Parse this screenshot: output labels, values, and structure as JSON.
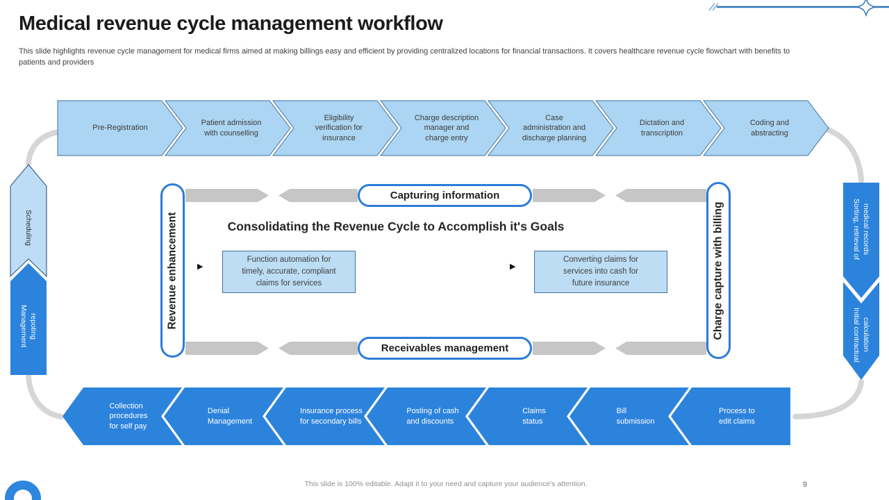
{
  "slide": {
    "title": "Medical revenue cycle management workflow",
    "subtitle": "This slide highlights revenue cycle management for medical firms aimed at making billings easy and efficient by providing centralized locations for financial transactions. It covers healthcare revenue cycle flowchart with benefits to\npatients and providers",
    "footer_note": "This slide is 100% editable. Adapt it to your need and capture your audience's attention.",
    "page_number": "9"
  },
  "top_flow": {
    "direction": "left-to-right",
    "steps": [
      "Pre-Registration",
      "Patient admission\nwith counselling",
      "Eligibility\nverification for\ninsurance",
      "Charge description\nmanager and\ncharge entry",
      "Case\nadministration and\ndischarge planning",
      "Dictation and\ntranscription",
      "Coding and\nabstracting"
    ]
  },
  "bottom_flow": {
    "direction": "right-to-left",
    "steps": [
      "Collection\nprocedures\nfor self pay",
      "Denial\nManagement",
      "Insurance process\nfor secondary bills",
      "Posting of cash\nand discounts",
      "Claims\nstatus",
      "Bill\nsubmission",
      "Process to\nedit claims"
    ]
  },
  "left_rail": {
    "top": "Scheduling",
    "bottom": "Management\nrepoting"
  },
  "right_rail": {
    "top": "Sorting, retrieval of\nmedical records",
    "bottom": "Initial contractual\ncalculation"
  },
  "center": {
    "capturing_pill": "Capturing information",
    "receivables_pill": "Receivables management",
    "left_pill": "Revenue enhancement",
    "right_pill": "Charge capture with billing",
    "heading": "Consolidating the Revenue Cycle to Accomplish it's Goals",
    "left_box": "Function automation for\ntimely, accurate, compliant\nclaims for services",
    "right_box": "Converting claims for\nservices into cash for\nfuture insurance",
    "bullet_glyph": "▶"
  },
  "colors": {
    "light_chevron_fill": "#abd5f2",
    "light_chevron_border": "#41719c",
    "vivid_blue": "#2c83dc",
    "pill_border_blue": "#2b7cd9",
    "connector_gray": "#c6c6c6",
    "arc_gray": "#d6d6d6",
    "deco_line_blue": "#2e75b6",
    "info_box_fill": "#bdddf4"
  }
}
